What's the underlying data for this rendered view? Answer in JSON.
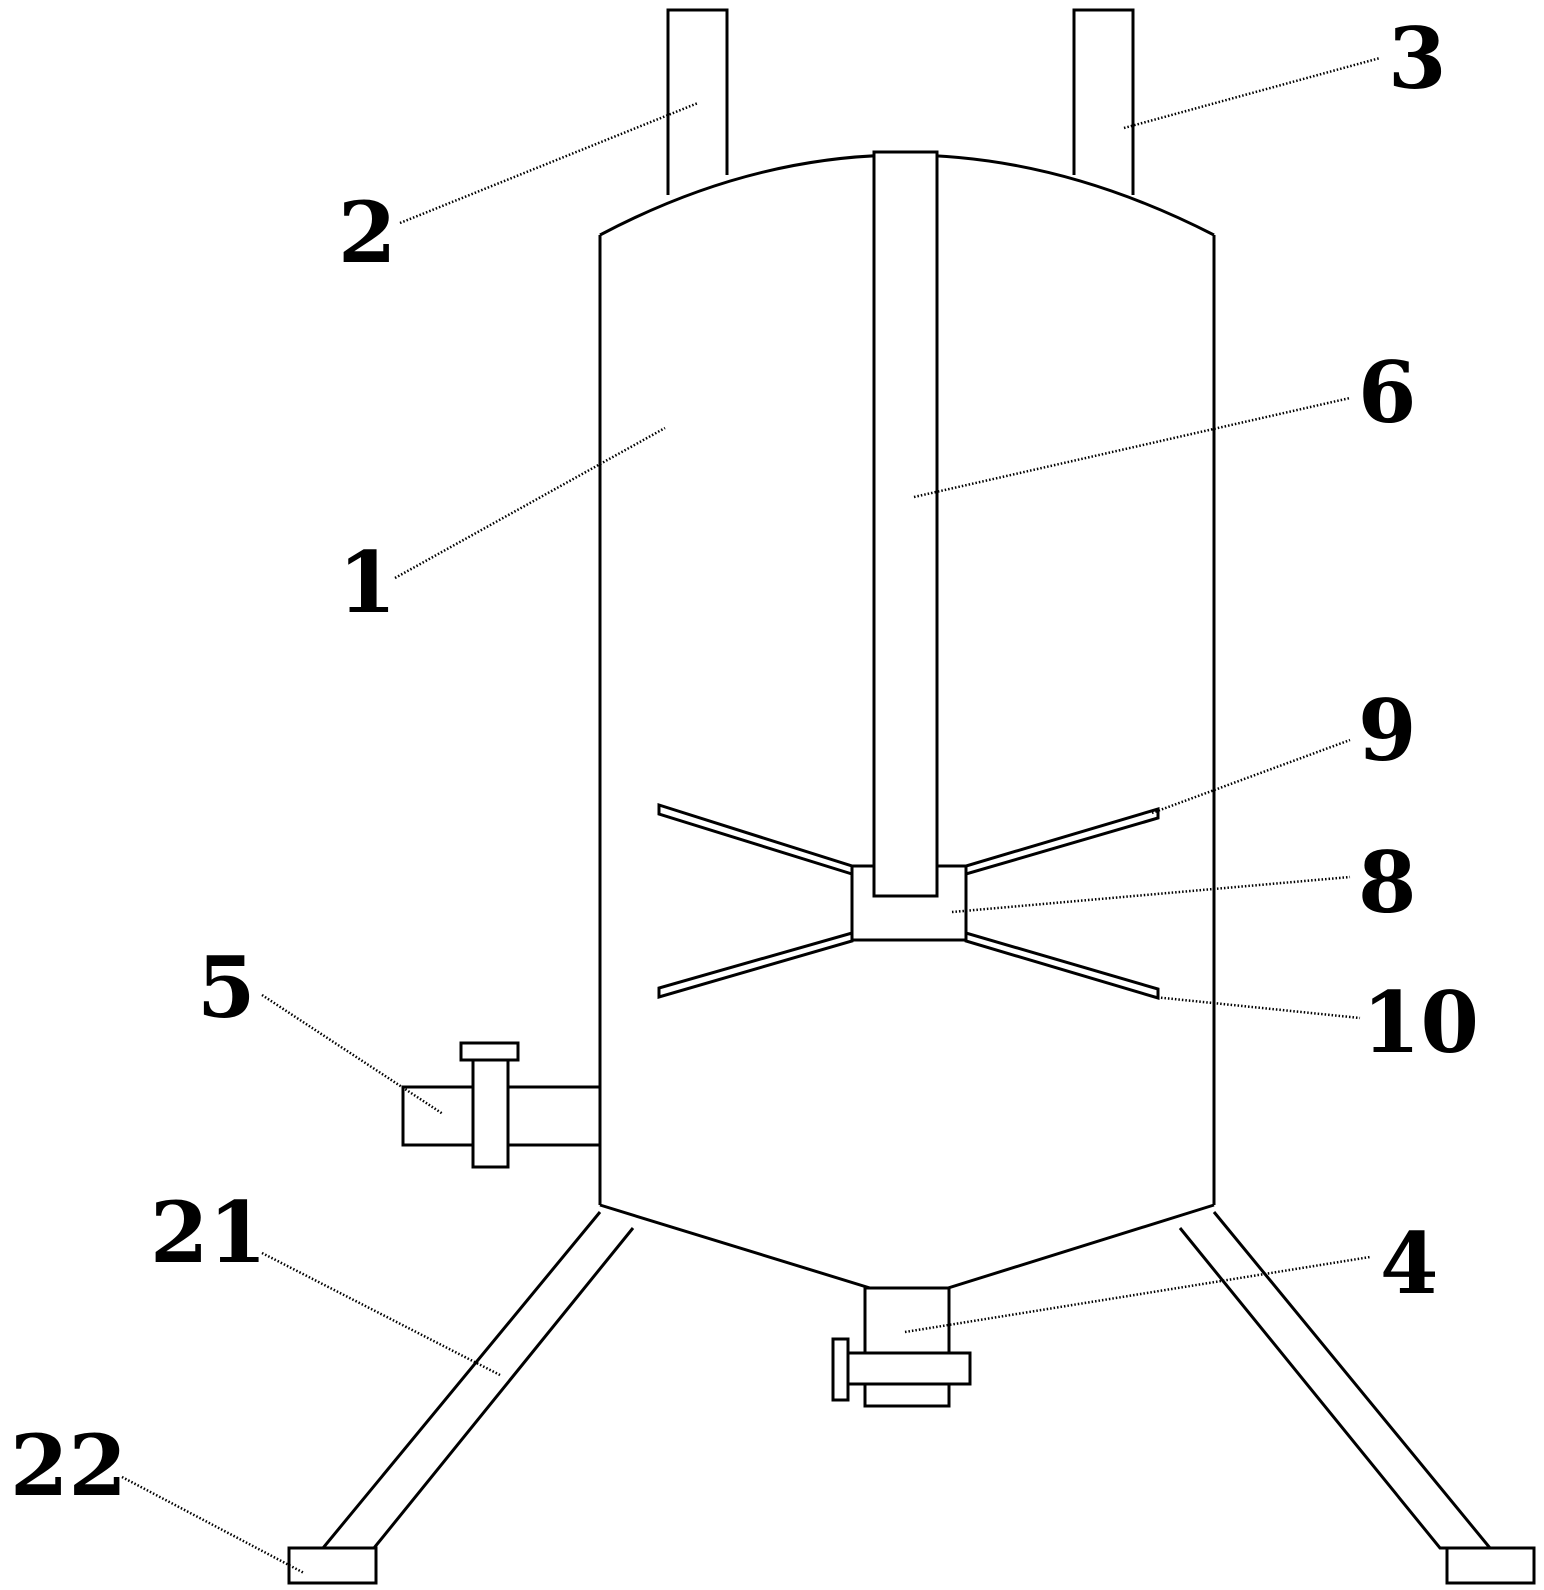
{
  "diagram": {
    "callouts": [
      {
        "id": "tank-body",
        "text": "1"
      },
      {
        "id": "inlet-pipe-left",
        "text": "2"
      },
      {
        "id": "inlet-pipe-right",
        "text": "3"
      },
      {
        "id": "bottom-outlet-valve",
        "text": "4"
      },
      {
        "id": "side-outlet-valve",
        "text": "5"
      },
      {
        "id": "stirring-shaft",
        "text": "6"
      },
      {
        "id": "shaft-hub",
        "text": "8"
      },
      {
        "id": "upper-blades",
        "text": "9"
      },
      {
        "id": "lower-blades",
        "text": "10"
      },
      {
        "id": "support-leg",
        "text": "21"
      },
      {
        "id": "foot-pad",
        "text": "22"
      }
    ]
  }
}
